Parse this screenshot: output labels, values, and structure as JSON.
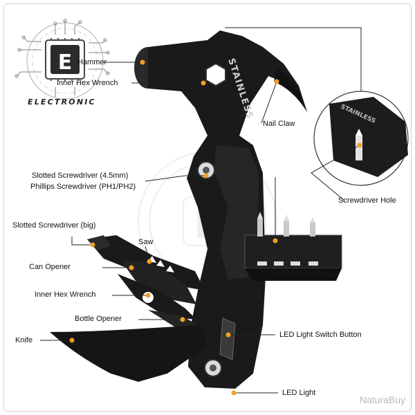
{
  "logo": {
    "letter": "E",
    "brand_text": "ELECTRONIC"
  },
  "labels": {
    "hammer": "Hammer",
    "inner_hex_top": "Inner Hex Wrench",
    "nail_claw": "Nail Claw",
    "slotted_45": "Slotted Screwdriver (4.5mm)",
    "phillips": "Phillips Screwdriver (PH1/PH2)",
    "screwdriver_hole": "Screwdriver Hole",
    "slotted_big": "Slotted Screwdriver  (big)",
    "saw": "Saw",
    "can_opener": "Can Opener",
    "inner_hex_bottom": "Inner Hex Wrench",
    "bottle_opener": "Bottle Opener",
    "knife": "Knife",
    "led_switch": "LED Light Switch Button",
    "led_light": "LED Light"
  },
  "tool_text": {
    "stainless": "STAINLESS"
  },
  "watermark": {
    "letter": "E",
    "text": "NaturaBuy"
  },
  "colors": {
    "accent_dot": "#f0a020",
    "tool_body": "#1a1a1a",
    "line": "#333333"
  }
}
